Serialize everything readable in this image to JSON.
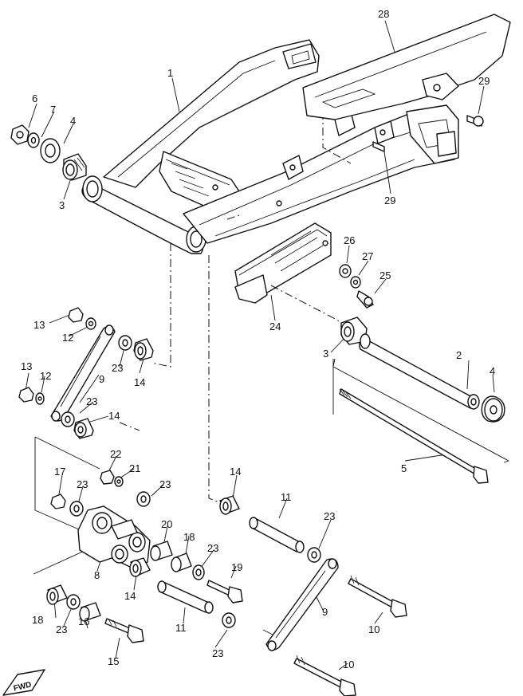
{
  "callouts": [
    {
      "id": "c1",
      "label": "1"
    },
    {
      "id": "c2",
      "label": "2"
    },
    {
      "id": "c3a",
      "label": "3"
    },
    {
      "id": "c3b",
      "label": "3"
    },
    {
      "id": "c4a",
      "label": "4"
    },
    {
      "id": "c4b",
      "label": "4"
    },
    {
      "id": "c5",
      "label": "5"
    },
    {
      "id": "c6",
      "label": "6"
    },
    {
      "id": "c7",
      "label": "7"
    },
    {
      "id": "c8",
      "label": "8"
    },
    {
      "id": "c9a",
      "label": "9"
    },
    {
      "id": "c9b",
      "label": "9"
    },
    {
      "id": "c10a",
      "label": "10"
    },
    {
      "id": "c10b",
      "label": "10"
    },
    {
      "id": "c11a",
      "label": "11"
    },
    {
      "id": "c11b",
      "label": "11"
    },
    {
      "id": "c12a",
      "label": "12"
    },
    {
      "id": "c12b",
      "label": "12"
    },
    {
      "id": "c13a",
      "label": "13"
    },
    {
      "id": "c13b",
      "label": "13"
    },
    {
      "id": "c14a",
      "label": "14"
    },
    {
      "id": "c14b",
      "label": "14"
    },
    {
      "id": "c14c",
      "label": "14"
    },
    {
      "id": "c14d",
      "label": "14"
    },
    {
      "id": "c15",
      "label": "15"
    },
    {
      "id": "c16",
      "label": "16"
    },
    {
      "id": "c17",
      "label": "17"
    },
    {
      "id": "c18a",
      "label": "18"
    },
    {
      "id": "c18b",
      "label": "18"
    },
    {
      "id": "c19",
      "label": "19"
    },
    {
      "id": "c20",
      "label": "20"
    },
    {
      "id": "c21",
      "label": "21"
    },
    {
      "id": "c22",
      "label": "22"
    },
    {
      "id": "c23a",
      "label": "23"
    },
    {
      "id": "c23b",
      "label": "23"
    },
    {
      "id": "c23c",
      "label": "23"
    },
    {
      "id": "c23d",
      "label": "23"
    },
    {
      "id": "c23e",
      "label": "23"
    },
    {
      "id": "c23f",
      "label": "23"
    },
    {
      "id": "c23g",
      "label": "23"
    },
    {
      "id": "c23h",
      "label": "23"
    },
    {
      "id": "c24",
      "label": "24"
    },
    {
      "id": "c25",
      "label": "25"
    },
    {
      "id": "c26",
      "label": "26"
    },
    {
      "id": "c27",
      "label": "27"
    },
    {
      "id": "c28",
      "label": "28"
    },
    {
      "id": "c29a",
      "label": "29"
    },
    {
      "id": "c29b",
      "label": "29"
    }
  ],
  "fwd_badge": "FWD"
}
